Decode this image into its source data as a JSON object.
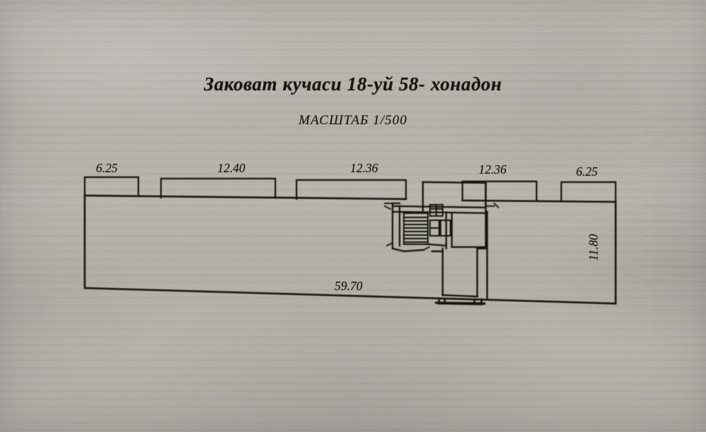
{
  "document": {
    "title": "Заковат  кучаси 18-уй 58- хонадон",
    "scale_label": "МАСШТАБ  1/500",
    "medium": "photographed paper drawing",
    "paper_color": "#b5b1ab",
    "ink_color": "#17150f"
  },
  "dimensions": {
    "top": [
      {
        "name": "segment-1",
        "value": "6.25"
      },
      {
        "name": "segment-2",
        "value": "12.40"
      },
      {
        "name": "segment-3",
        "value": "12.36"
      },
      {
        "name": "segment-4",
        "value": "12.36"
      },
      {
        "name": "segment-5",
        "value": "6.25"
      }
    ],
    "bottom": {
      "name": "overall-length",
      "value": "59.70"
    },
    "right": {
      "name": "overall-depth",
      "value": "11.80"
    }
  },
  "plan": {
    "building_outline_name": "building-footprint",
    "stairwell_name": "stairwell-flight",
    "balcony_name": "balcony",
    "apartment_name": "apartment-unit-58"
  }
}
